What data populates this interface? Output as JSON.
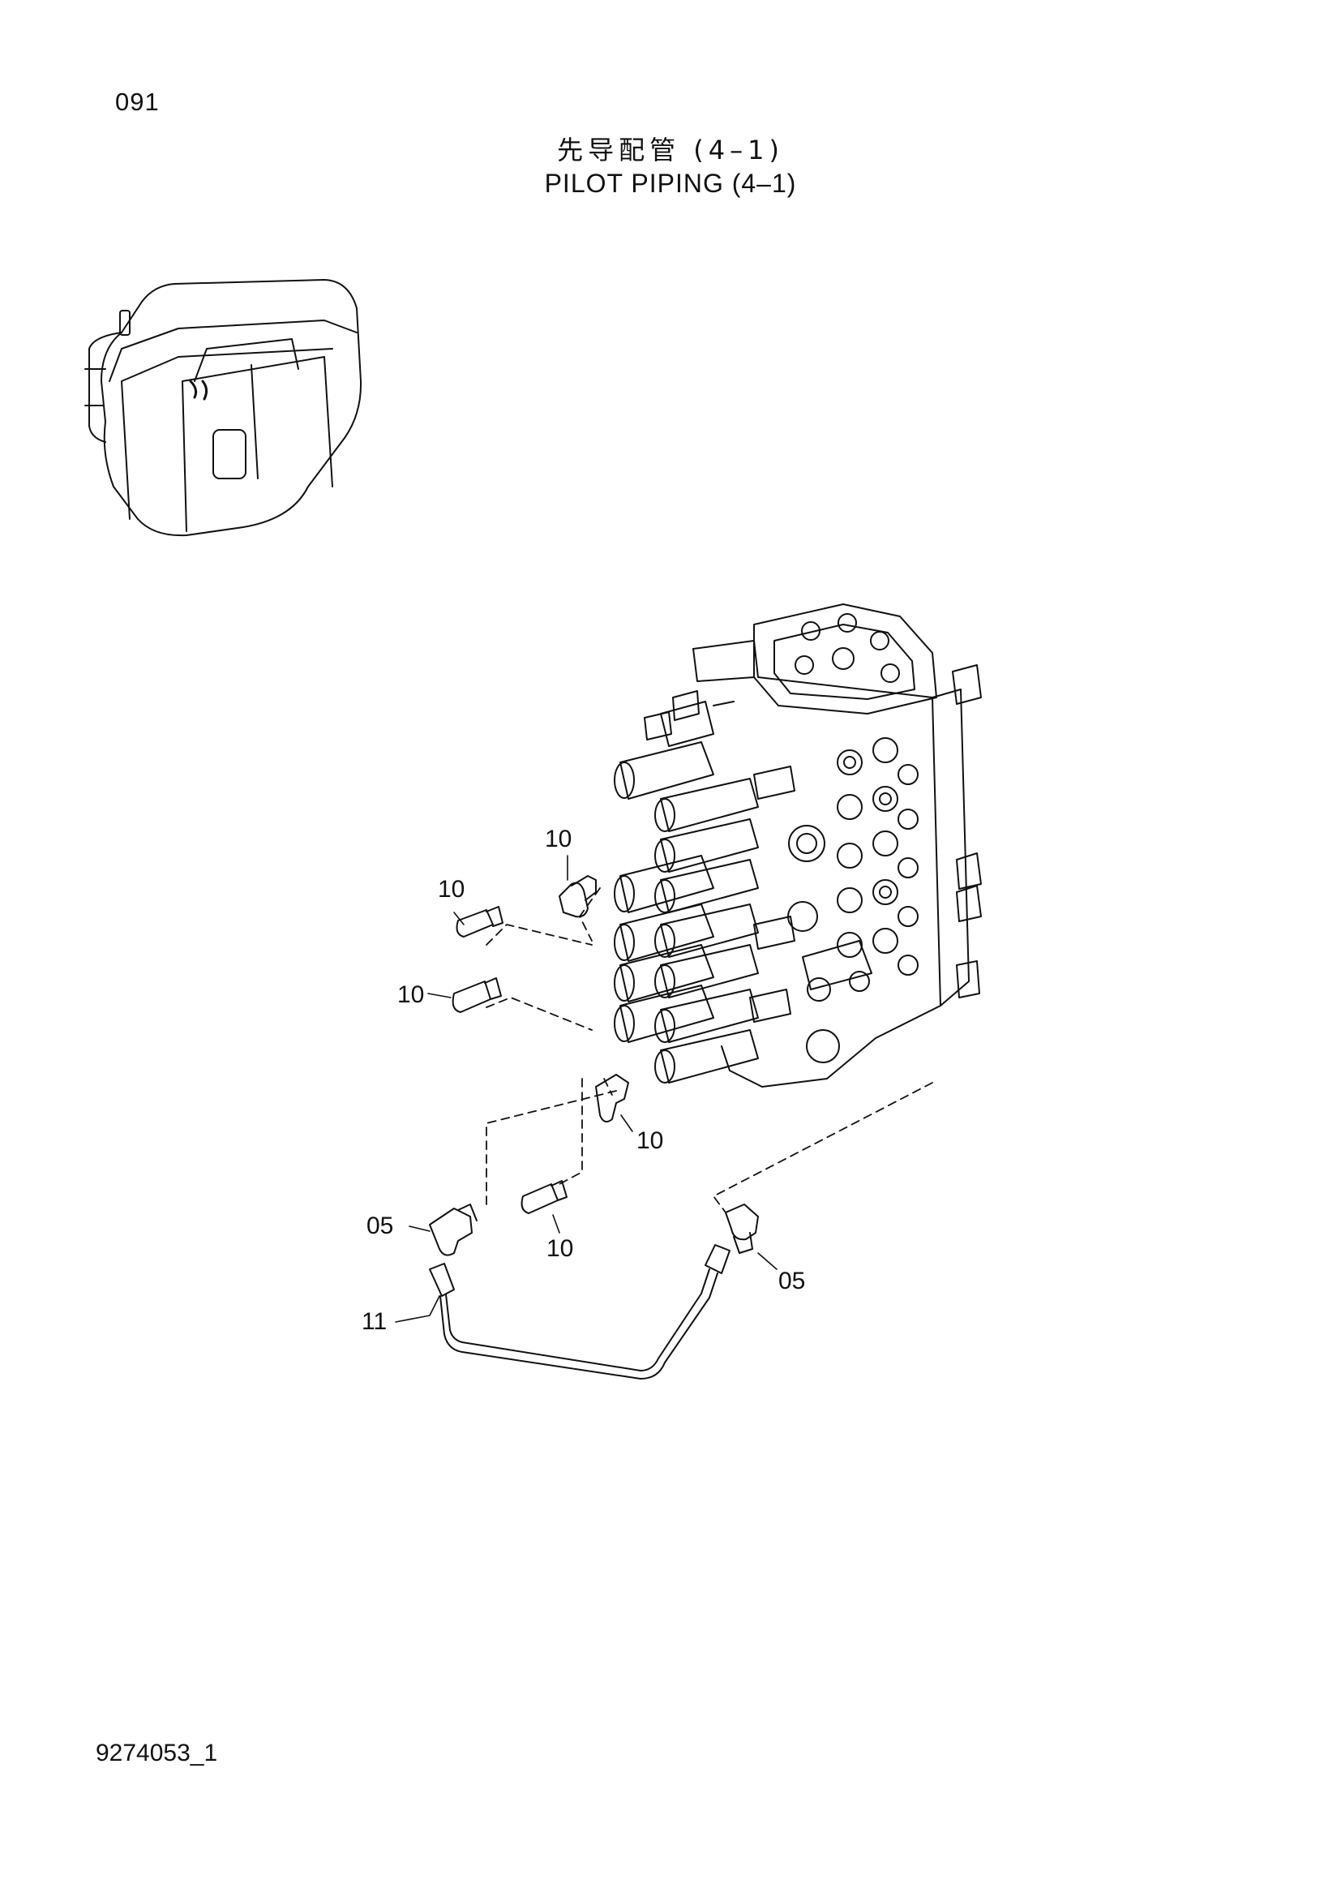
{
  "header": {
    "page_number": "091",
    "title_cn": "先导配管 (4–1)",
    "title_en": "PILOT PIPING (4–1)"
  },
  "footer": {
    "doc_id": "9274053_1"
  },
  "callouts": [
    {
      "id": "c1",
      "label": "10"
    },
    {
      "id": "c2",
      "label": "10"
    },
    {
      "id": "c3",
      "label": "10"
    },
    {
      "id": "c4",
      "label": "10"
    },
    {
      "id": "c5",
      "label": "10"
    },
    {
      "id": "c6",
      "label": "05"
    },
    {
      "id": "c7",
      "label": "05"
    },
    {
      "id": "c8",
      "label": "11"
    }
  ],
  "icons": {
    "cab": "excavator-cab-icon",
    "valve": "control-valve-icon",
    "pipe": "pilot-pipe-icon"
  }
}
